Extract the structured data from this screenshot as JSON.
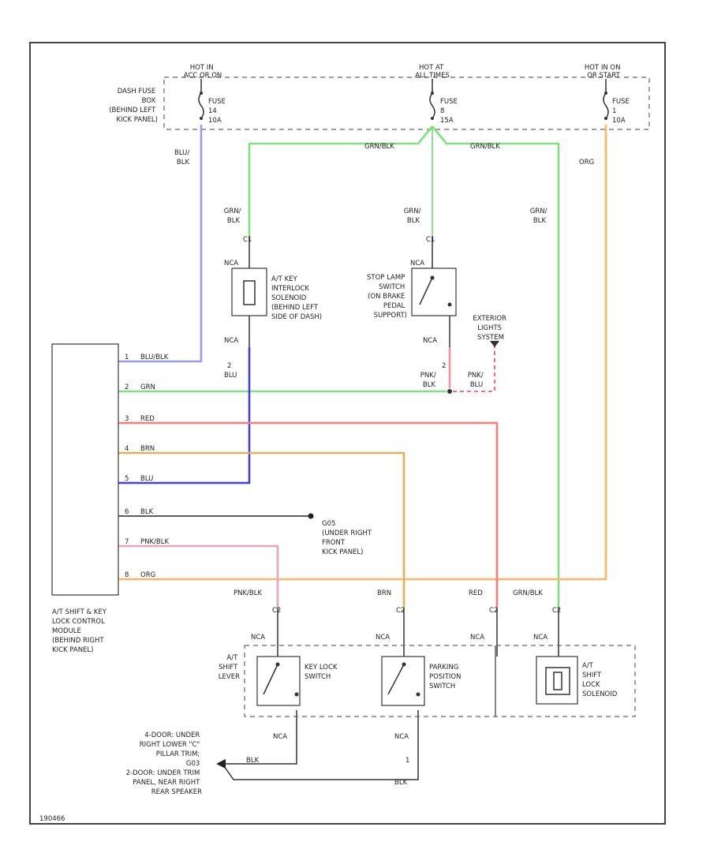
{
  "fusebox": {
    "label": [
      "DASH FUSE",
      "BOX",
      "(BEHIND LEFT",
      "KICK PANEL)"
    ],
    "hot1": [
      "HOT IN",
      "ACC OR ON"
    ],
    "hot2": [
      "HOT AT",
      "ALL TIMES"
    ],
    "hot3": [
      "HOT IN ON",
      "OR START"
    ],
    "fuse1": [
      "FUSE",
      "14",
      "10A"
    ],
    "fuse2": [
      "FUSE",
      "8",
      "15A"
    ],
    "fuse3": [
      "FUSE",
      "1",
      "10A"
    ]
  },
  "wires": {
    "grn_blk": "GRN/BLK",
    "blu_blk": [
      "BLU/",
      "BLK"
    ],
    "grn_blk_stack": [
      "GRN/",
      "BLK"
    ],
    "org": "ORG",
    "blu": "BLU",
    "pnk_blk": [
      "PNK/",
      "BLK"
    ],
    "pnk_blu": [
      "PNK/",
      "BLU"
    ],
    "red": "RED",
    "grn": "GRN",
    "blk": "BLK",
    "pnk_blk_line": "PNK/BLK"
  },
  "connectors": {
    "c1": "C1",
    "c2": "C2",
    "nca": "NCA",
    "pin2": "2",
    "pin1": "1"
  },
  "components": {
    "interlock": [
      "A/T KEY",
      "INTERLOCK",
      "SOLENOID",
      "(BEHIND LEFT",
      "SIDE OF DASH)"
    ],
    "stoplamp": [
      "STOP LAMP",
      "SWITCH",
      "(ON BRAKE",
      "PEDAL",
      "SUPPORT)"
    ],
    "exterior": [
      "EXTERIOR",
      "LIGHTS",
      "SYSTEM"
    ],
    "module": [
      "A/T SHIFT & KEY",
      "LOCK CONTROL",
      "MODULE",
      "(BEHIND RIGHT",
      "KICK PANEL)"
    ],
    "ground_g05": [
      "G05",
      "(UNDER RIGHT",
      "FRONT",
      "KICK PANEL)"
    ],
    "shift_lever": [
      "A/T",
      "SHIFT",
      "LEVER"
    ],
    "key_lock": [
      "KEY LOCK",
      "SWITCH"
    ],
    "park_pos": [
      "PARKING",
      "POSITION",
      "SWITCH"
    ],
    "shift_lock": [
      "A/T",
      "SHIFT",
      "LOCK",
      "SOLENOID"
    ],
    "ground_g01": [
      "4-DOOR: UNDER",
      "RIGHT LOWER \"C\"",
      "PILLAR TRIM;",
      "G03",
      "2-DOOR: UNDER TRIM",
      "PANEL, NEAR RIGHT",
      "REAR SPEAKER"
    ]
  },
  "module_pins": [
    {
      "pin": "1",
      "color": "BLU/BLK"
    },
    {
      "pin": "2",
      "color": "GRN"
    },
    {
      "pin": "3",
      "color": "RED"
    },
    {
      "pin": "4",
      "color": "BRN"
    },
    {
      "pin": "5",
      "color": "BLU"
    },
    {
      "pin": "6",
      "color": "BLK"
    },
    {
      "pin": "7",
      "color": "PNK/BLK"
    },
    {
      "pin": "8",
      "color": "ORG"
    }
  ],
  "bottom_labels": {
    "pnk_blk": "PNK/BLK",
    "brn": "BRN",
    "red": "RED",
    "grn_blk": "GRN/BLK"
  },
  "diagram_id": "190466",
  "colors": {
    "green": "#7ee07e",
    "blue": "#3f3ff0",
    "blue_light": "#9a9af0",
    "orange": "#ffb46a",
    "red": "#ff7a7a",
    "brown": "#e0b05a",
    "pink": "#e3a8b8",
    "black": "#444444"
  }
}
